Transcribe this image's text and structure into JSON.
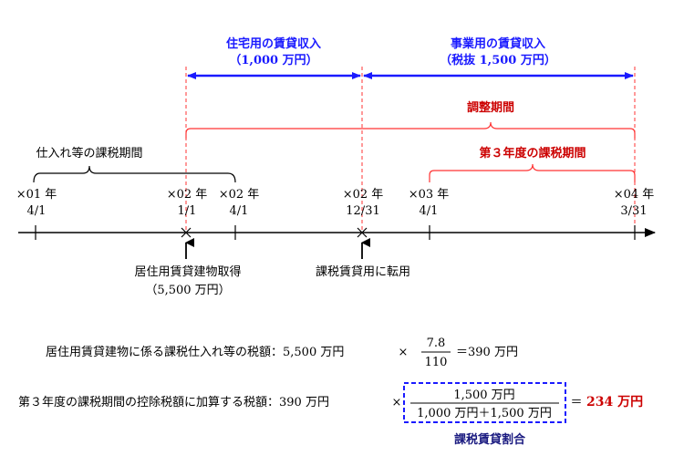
{
  "colors": {
    "blue": "#1a1aff",
    "red": "#cc0000",
    "black": "#000000"
  },
  "top_periods": {
    "residential_label1": "住宅用の賃貸収入",
    "residential_label2": "（1,000 万円）",
    "business_label1": "事業用の賃貸収入",
    "business_label2": "（税抜 1,500 万円）"
  },
  "adjustment_period": "調整期間",
  "third_year_period": "第３年度の課税期間",
  "purchase_period": "仕入れ等の課税期間",
  "timeline": [
    {
      "year": "×01 年",
      "date": "4/1"
    },
    {
      "year": "×02 年",
      "date": "1/1"
    },
    {
      "year": "×02 年",
      "date": "4/1"
    },
    {
      "year": "×02 年",
      "date": "12/31"
    },
    {
      "year": "×03 年",
      "date": "4/1"
    },
    {
      "year": "×04 年",
      "date": "3/31"
    }
  ],
  "events": {
    "acquisition_line1": "居住用賃貸建物取得",
    "acquisition_line2": "（5,500 万円）",
    "conversion": "課税賃貸用に転用"
  },
  "formula1": {
    "prefix": "居住用賃貸建物に係る課税仕入れ等の税額：5,500 万円",
    "times": "×",
    "numerator": "7.8",
    "denominator": "110",
    "result": "＝390 万円"
  },
  "formula2": {
    "prefix": "第３年度の課税期間の控除税額に加算する税額：390 万円",
    "times": "×",
    "numerator": "1,500 万円",
    "denominator": "1,000 万円＋1,500 万円",
    "equals": "＝",
    "result": "234 万円",
    "box_label": "課税賃貸割合"
  }
}
